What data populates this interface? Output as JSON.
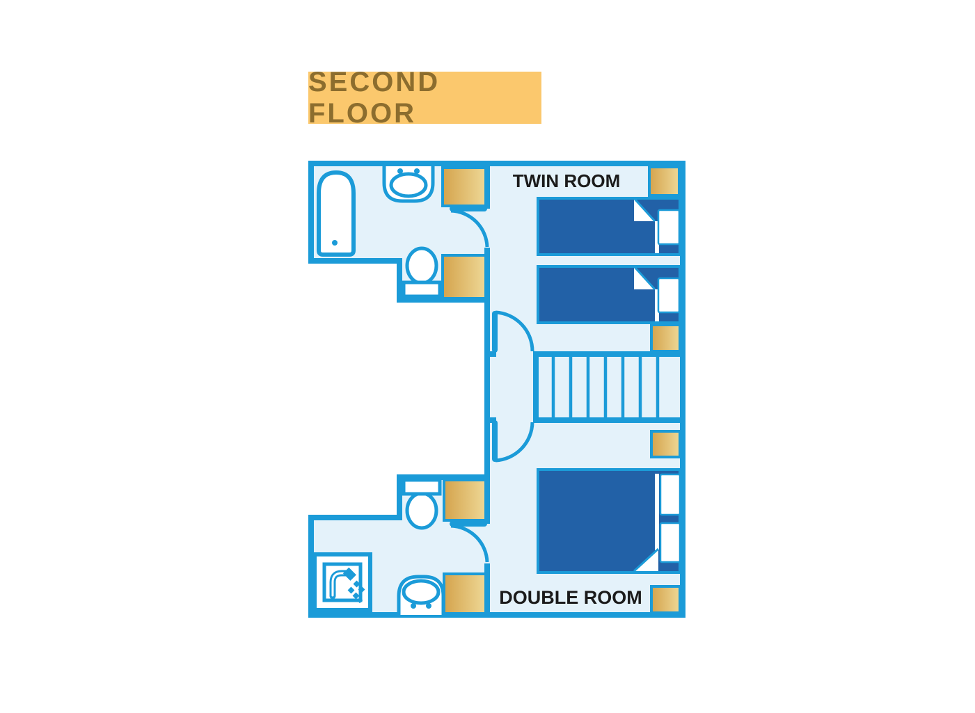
{
  "banner": {
    "label": "SECOND FLOOR"
  },
  "rooms": {
    "twin_label": "TWIN ROOM",
    "double_label": "DOUBLE ROOM"
  },
  "icons": {
    "bathtub": "bathtub-icon",
    "sink_top": "sink-icon",
    "sink_bottom": "sink-icon",
    "toilet_top": "toilet-icon",
    "toilet_bottom": "toilet-icon",
    "shower": "shower-icon",
    "staircase": "staircase",
    "doors": "door-swing-arc",
    "wardrobes": "wardrobe-square"
  },
  "colors": {
    "wall": "#1b9bd8",
    "floor": "#e4f2fa",
    "bed": "#2261a7",
    "furniture_from": "#d4a34c",
    "furniture_to": "#eed896",
    "banner_bg": "#fbc86d",
    "banner_text": "#8c6d2e",
    "label_text": "#1b1b1b"
  }
}
